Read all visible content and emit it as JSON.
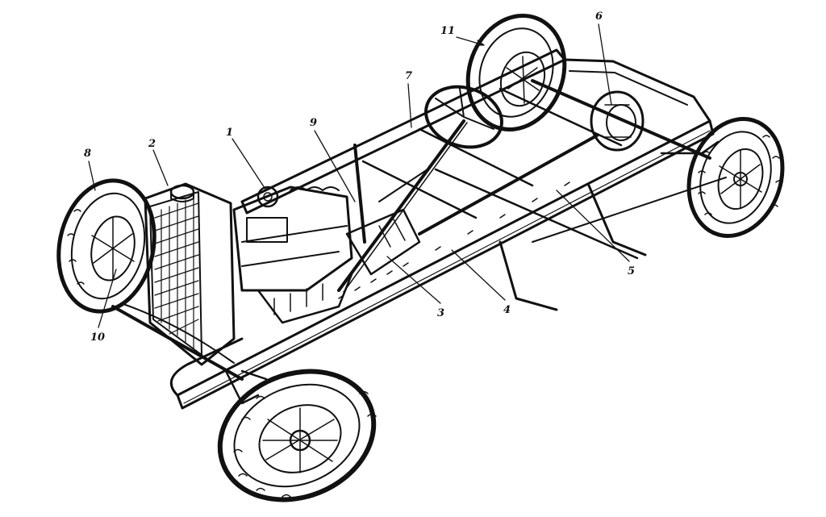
{
  "illustration": {
    "subject": "car-chassis-line-drawing",
    "ink_color": "#111111",
    "paper_color": "#ffffff"
  },
  "callouts": {
    "c1": "1",
    "c2": "2",
    "c3": "3",
    "c4": "4",
    "c5": "5",
    "c6": "6",
    "c7": "7",
    "c8": "8",
    "c9": "9",
    "c10": "10",
    "c11": "11"
  }
}
